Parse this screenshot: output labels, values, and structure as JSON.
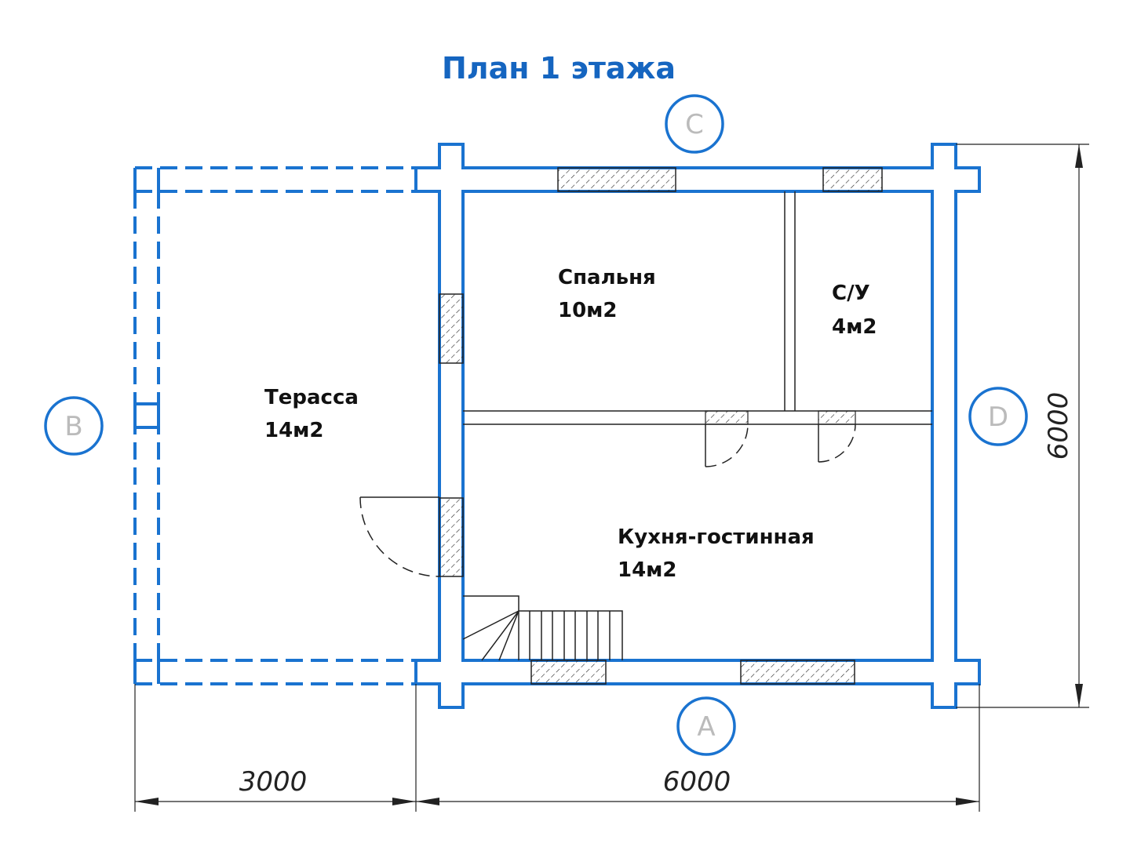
{
  "title": "План 1 этажа",
  "colors": {
    "accent": "#1a73d0",
    "title": "#1565c0",
    "line": "#222222"
  },
  "rooms": [
    {
      "name": "Спальня",
      "area": "10м2"
    },
    {
      "name": "С/У",
      "area": "4м2"
    },
    {
      "name": "Терасса",
      "area": "14м2"
    },
    {
      "name": "Кухня-гостинная",
      "area": "14м2"
    }
  ],
  "axes": {
    "top": "C",
    "left": "B",
    "right": "D",
    "bottom": "A"
  },
  "dimensions": {
    "terrace_width": "3000",
    "house_width": "6000",
    "house_depth": "6000"
  }
}
